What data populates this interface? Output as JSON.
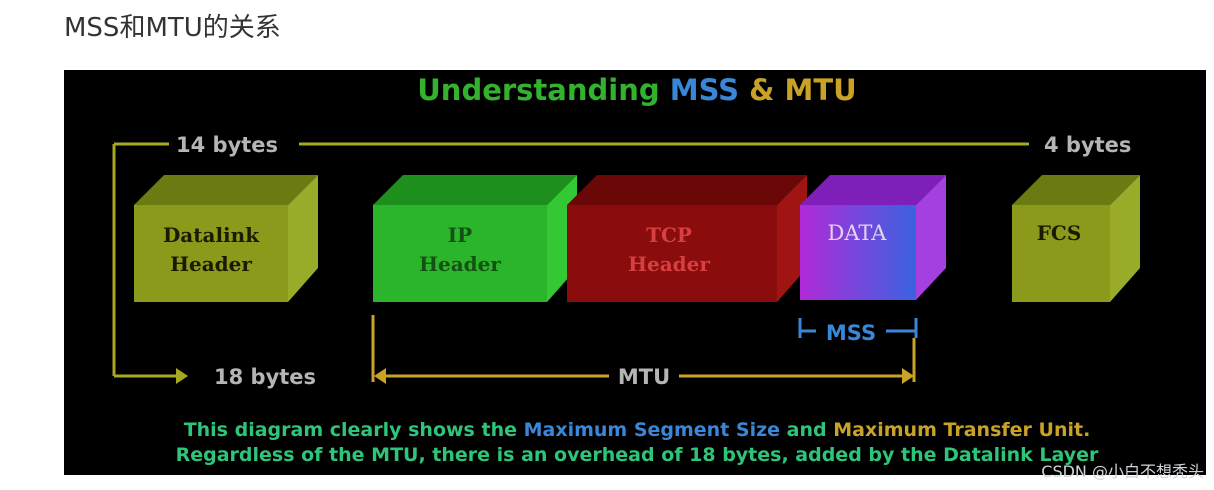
{
  "heading": "MSS和MTU的关系",
  "diagram": {
    "title_prefix": "Understanding ",
    "title_mss": "MSS",
    "title_amp": " & ",
    "title_mtu": "MTU",
    "label_14": "14 bytes",
    "label_4": "4 bytes",
    "label_18": "18 bytes",
    "label_mss": "MSS",
    "label_mtu": "MTU",
    "blocks": [
      {
        "line1": "Datalink",
        "line2": "Header"
      },
      {
        "line1": "IP",
        "line2": "Header"
      },
      {
        "line1": "TCP",
        "line2": "Header"
      },
      {
        "line1": "DATA",
        "line2": ""
      },
      {
        "line1": "FCS",
        "line2": ""
      }
    ],
    "caption": {
      "line1_a": "This diagram clearly shows the ",
      "line1_b": "Maximum Segment Size",
      "line1_c": " and ",
      "line1_d": "Maximum Transfer Unit.",
      "line2": "Regardless of the MTU, there is an overhead of 18 bytes, added by the Datalink Layer"
    },
    "colors": {
      "title_green": "#33b22e",
      "mss_blue": "#3a86d8",
      "mtu_gold": "#c9a227",
      "arrow_olive": "#a8a820",
      "bracket_blue": "#3a86d8",
      "caption_green": "#2ec47a",
      "datalink_block": "#8c9a1c",
      "ip_block": "#2bb52b",
      "tcp_block": "#8a0c0c",
      "data_block": "#9b3cd8",
      "fcs_block": "#8c9a1c"
    }
  },
  "watermark": "CSDN @小白不想秃头"
}
